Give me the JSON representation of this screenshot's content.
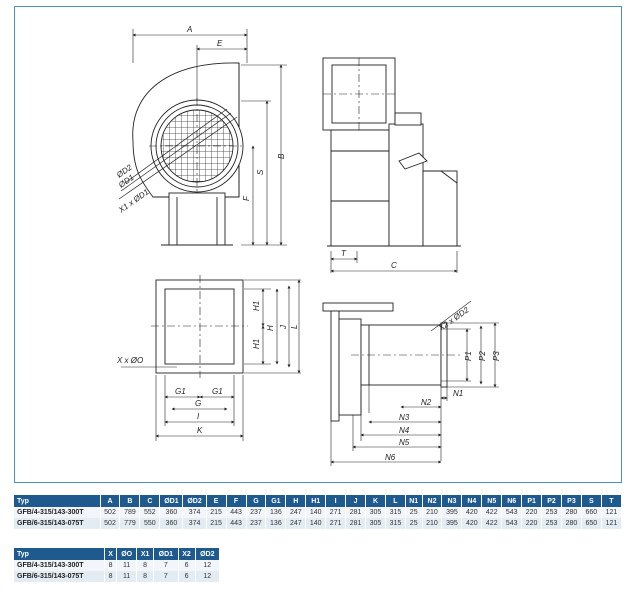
{
  "drawing": {
    "front_view_labels": {
      "A": "A",
      "E": "E",
      "B": "B",
      "S": "S",
      "F": "F",
      "D2": "ØD2",
      "D1": "ØD1",
      "X1D1": "X1 x ØD1"
    },
    "side_view_labels": {
      "T": "T",
      "C": "C"
    },
    "flange_view_labels": {
      "H1a": "H1",
      "H": "H",
      "H1b": "H1",
      "J": "J",
      "L": "L",
      "XO": "X x ØO",
      "G1a": "G1",
      "G1b": "G1",
      "G": "G",
      "I": "I",
      "K": "K"
    },
    "section_view_labels": {
      "X2D2": "X2 x ØD2",
      "P1": "P1",
      "P2": "P2",
      "P3": "P3",
      "N1": "N1",
      "N2": "N2",
      "N3": "N3",
      "N4": "N4",
      "N5": "N5",
      "N6": "N6"
    }
  },
  "table_main": {
    "headers": [
      "Typ",
      "A",
      "B",
      "C",
      "ØD1",
      "ØD2",
      "E",
      "F",
      "G",
      "G1",
      "H",
      "H1",
      "I",
      "J",
      "K",
      "L",
      "N1",
      "N2",
      "N3",
      "N4",
      "N5",
      "N6",
      "P1",
      "P2",
      "P3",
      "S",
      "T"
    ],
    "rows": [
      [
        "GFB/4-315/143-300T",
        "502",
        "789",
        "552",
        "360",
        "374",
        "215",
        "443",
        "237",
        "136",
        "247",
        "140",
        "271",
        "281",
        "305",
        "315",
        "25",
        "210",
        "395",
        "420",
        "422",
        "543",
        "220",
        "253",
        "280",
        "660",
        "121"
      ],
      [
        "GFB/6-315/143-075T",
        "502",
        "779",
        "550",
        "360",
        "374",
        "215",
        "443",
        "237",
        "136",
        "247",
        "140",
        "271",
        "281",
        "305",
        "315",
        "25",
        "210",
        "395",
        "420",
        "422",
        "543",
        "220",
        "253",
        "280",
        "650",
        "121"
      ]
    ]
  },
  "table_holes": {
    "headers": [
      "Typ",
      "X",
      "ØO",
      "X1",
      "ØD1",
      "X2",
      "ØD2"
    ],
    "rows": [
      [
        "GFB/4-315/143-300T",
        "8",
        "11",
        "8",
        "7",
        "6",
        "12"
      ],
      [
        "GFB/6-315/143-075T",
        "8",
        "11",
        "8",
        "7",
        "6",
        "12"
      ]
    ]
  },
  "colors": {
    "header_bg": "#1e5a8e",
    "frame_border": "#4a8fc0",
    "row_alt": "#e3ebf3",
    "row": "#f2f5f9"
  }
}
